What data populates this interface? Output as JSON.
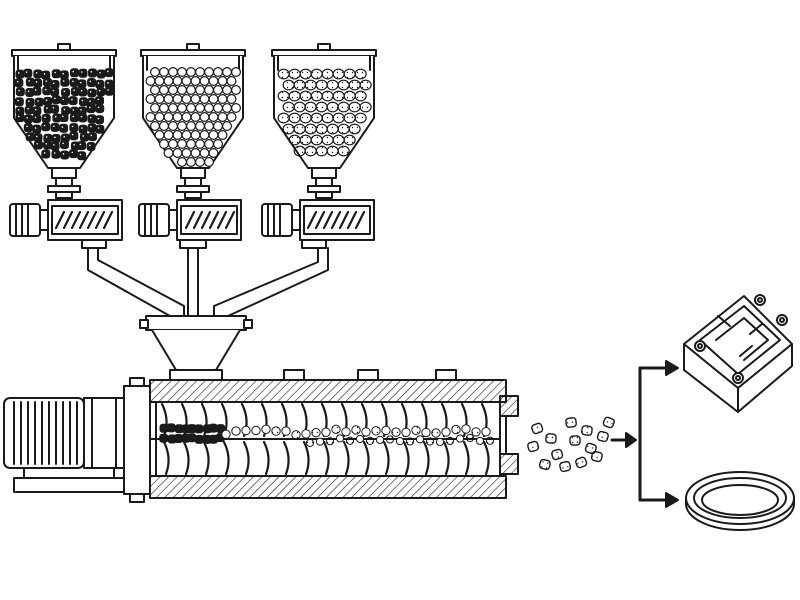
{
  "diagram": {
    "hoppers": [
      {
        "material": "black-rounded-cube-granules"
      },
      {
        "material": "white-spherical-granules"
      },
      {
        "material": "speckled-irregular-granules"
      }
    ],
    "process_flow": [
      "feed",
      "dose",
      "mix",
      "extrude",
      "pelletize",
      "mold"
    ],
    "outputs": [
      {
        "item": "molded-bracket-part"
      },
      {
        "item": "molded-ring-gasket"
      }
    ],
    "colors": {
      "line": "#1a1a1a",
      "background": "#ffffff",
      "hatch": "#1a1a1a"
    }
  }
}
